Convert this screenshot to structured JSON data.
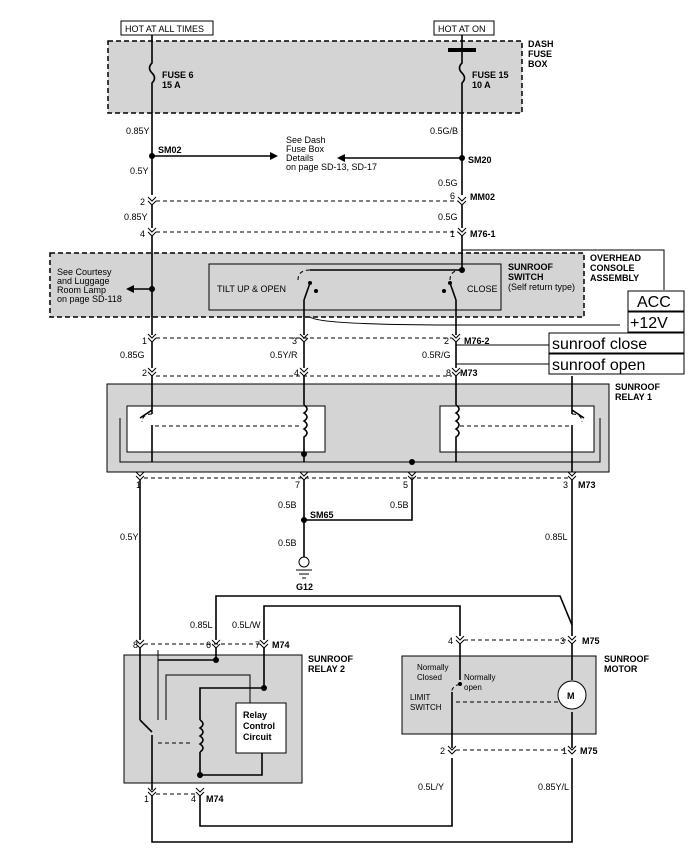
{
  "labels": {
    "hot_always": "HOT AT ALL TIMES",
    "hot_on": "HOT AT ON",
    "dash_fuse_box": [
      "DASH",
      "FUSE",
      "BOX"
    ],
    "fuse6": [
      "FUSE 6",
      "15 A"
    ],
    "fuse15": [
      "FUSE 15",
      "10 A"
    ],
    "see_dash": [
      "See Dash",
      "Fuse Box",
      "Details",
      "on page SD-13, SD-17"
    ],
    "see_courtesy": [
      "See Courtesy",
      "and Luggage",
      "Room Lamp",
      "on page SD-118"
    ],
    "overhead": [
      "OVERHEAD",
      "CONSOLE",
      "ASSEMBLY"
    ],
    "sunroof_switch": [
      "SUNROOF",
      "SWITCH",
      "(Self return type)"
    ],
    "tilt_up_open": "TILT  UP & OPEN",
    "close": "CLOSE",
    "sunroof_relay1": [
      "SUNROOF",
      "RELAY 1"
    ],
    "sunroof_relay2": [
      "SUNROOF",
      "RELAY 2"
    ],
    "sunroof_motor": [
      "SUNROOF",
      "MOTOR"
    ],
    "relay_control": [
      "Relay",
      "Control",
      "Circuit"
    ],
    "normally_closed": [
      "Normally",
      "Closed"
    ],
    "normally_open": [
      "Normally",
      "open"
    ],
    "limit_switch": [
      "LIMIT",
      "SWITCH"
    ],
    "motor_symbol": "M",
    "ground": "G12"
  },
  "connectors": {
    "sm02": "SM02",
    "sm20": "SM20",
    "mm02": "MM02",
    "m76_1": "M76-1",
    "m76_2": "M76-2",
    "m73a": "M73",
    "m73b": "M73",
    "sm65": "SM65",
    "m74a": "M74",
    "m74b": "M74",
    "m75a": "M75",
    "m75b": "M75"
  },
  "wires": {
    "w1": "0.85Y",
    "w2": "0.5G/B",
    "w3": "0.5Y",
    "w4": "0.5G",
    "w5": "0.85Y",
    "w6": "0.5G",
    "w7": "0.85G",
    "w8": "0.5Y/R",
    "w9": "0.5R/G",
    "w10": "0.5B",
    "w11": "0.5B",
    "w12": "0.5B",
    "w13": "0.5Y",
    "w14": "0.85L",
    "w15": "0.85L",
    "w16": "0.5L/W",
    "w17": "0.5L/Y",
    "w18": "0.85Y/L"
  },
  "pins": {
    "p_mm02_2": "2",
    "p_mm02_6": "6",
    "p_m761_4": "4",
    "p_m761_1": "1",
    "p_sw_1": "1",
    "p_sw_3": "3",
    "p_sw_2": "2",
    "p_r1_2": "2",
    "p_r1_4": "4",
    "p_r1_8": "8",
    "p_r1_1": "1",
    "p_r1_7": "7",
    "p_r1_5": "5",
    "p_r1_3": "3",
    "p_r2_8": "8",
    "p_r2_6": "6",
    "p_r2_7": "7",
    "p_r2_1": "1",
    "p_r2_4": "4",
    "p_m_4": "4",
    "p_m_3": "3",
    "p_m_2": "2",
    "p_m_1": "1"
  },
  "annotations": {
    "acc": "ACC",
    "plus12": "+12V",
    "close_label": "sunroof close",
    "open_label": "sunroof open"
  }
}
